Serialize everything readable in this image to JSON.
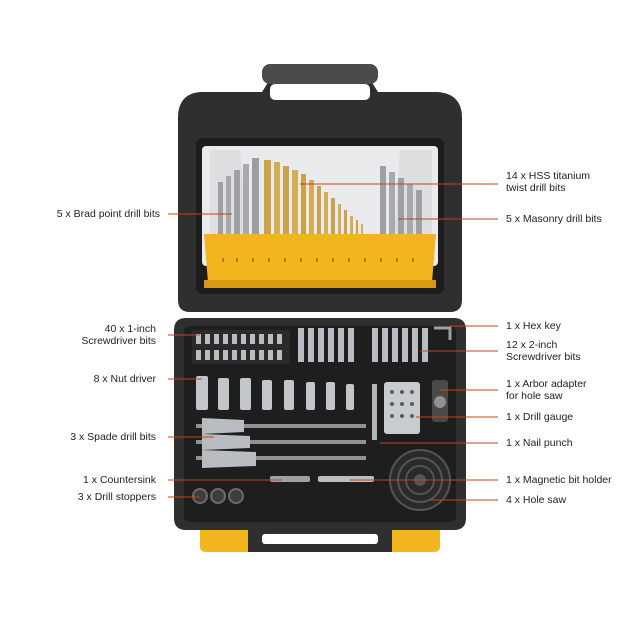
{
  "colors": {
    "case": "#2f2f2f",
    "case_dark": "#1d1d1d",
    "case_grey": "#8a8a8a",
    "accent_yellow": "#f2b51e",
    "leader_line": "#c0451a",
    "brass": "#c9a24a",
    "steel": "#b9bcc0"
  },
  "callouts_left": [
    {
      "id": "brad",
      "line1": "5 x Brad point drill bits",
      "line2": ""
    },
    {
      "id": "screw1",
      "line1": "40 x 1-inch",
      "line2": "Screwdriver bits"
    },
    {
      "id": "nut",
      "line1": "8 x Nut driver",
      "line2": ""
    },
    {
      "id": "spade",
      "line1": "3 x Spade drill bits",
      "line2": ""
    },
    {
      "id": "countersink",
      "line1": "1 x Countersink",
      "line2": ""
    },
    {
      "id": "stoppers",
      "line1": "3 x Drill stoppers",
      "line2": ""
    }
  ],
  "callouts_right": [
    {
      "id": "hss",
      "line1": "14 x HSS titanium",
      "line2": "twist drill bits"
    },
    {
      "id": "masonry",
      "line1": "5 x Masonry drill bits",
      "line2": ""
    },
    {
      "id": "hexkey",
      "line1": "1 x Hex key",
      "line2": ""
    },
    {
      "id": "screw2",
      "line1": "12 x 2-inch",
      "line2": "Screwdriver bits"
    },
    {
      "id": "arbor",
      "line1": "1 x Arbor adapter",
      "line2": "for hole saw"
    },
    {
      "id": "gauge",
      "line1": "1 x Drill gauge",
      "line2": ""
    },
    {
      "id": "punch",
      "line1": "1 x Nail punch",
      "line2": ""
    },
    {
      "id": "magnetic",
      "line1": "1 x Magnetic bit holder",
      "line2": ""
    },
    {
      "id": "holesaw",
      "line1": "4 x Hole saw",
      "line2": ""
    }
  ]
}
